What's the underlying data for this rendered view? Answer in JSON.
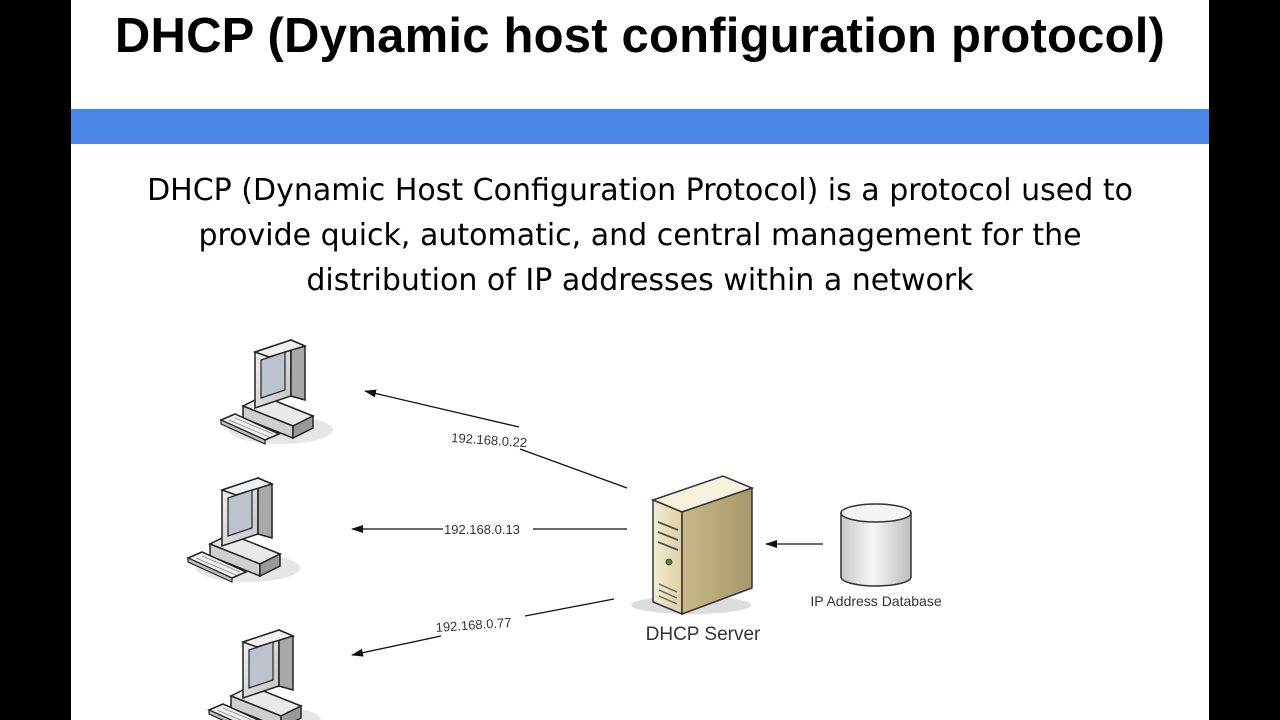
{
  "slide": {
    "title": "DHCP (Dynamic host configuration protocol)",
    "description_lines": [
      "DHCP (Dynamic Host Configuration Protocol) is a protocol used to",
      "provide quick, automatic, and central management for the",
      "distribution of IP addresses within a network"
    ],
    "accent_color": "#4a86e8"
  },
  "diagram": {
    "server_label": "DHCP Server",
    "database_label": "IP Address Database",
    "assigned_ips": [
      "192.168.0.22",
      "192.168.0.13",
      "192.168.0.77"
    ],
    "icons": [
      "computer-icon",
      "computer-icon",
      "computer-icon",
      "server-icon",
      "database-icon"
    ]
  }
}
